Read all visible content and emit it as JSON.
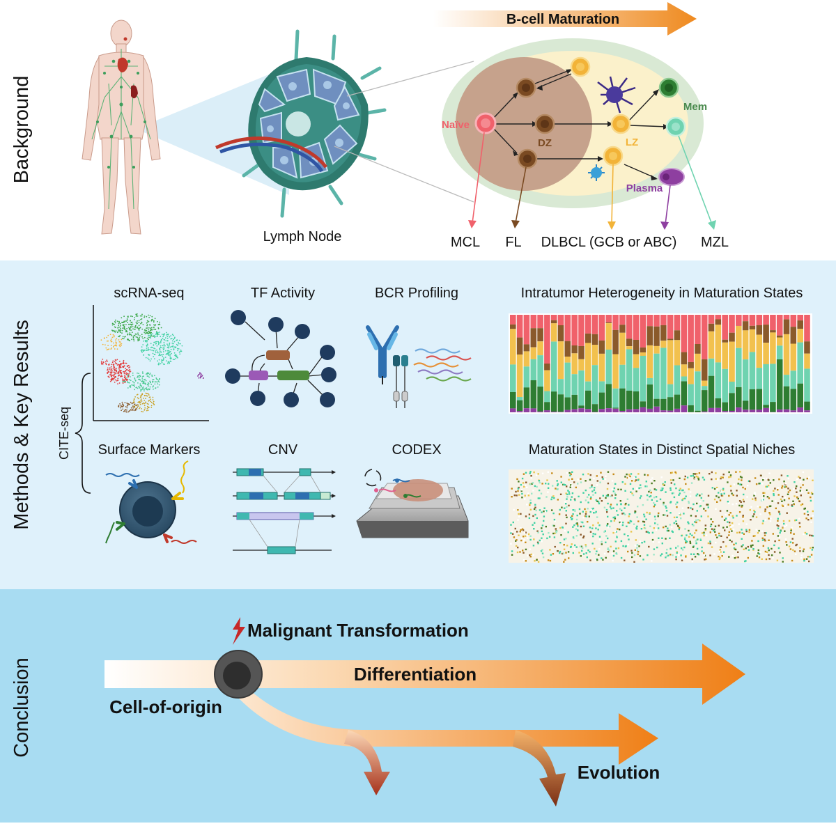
{
  "sections": {
    "background": "Background",
    "methods": "Methods & Key Results",
    "conclusion": "Conclusion"
  },
  "background": {
    "maturation_arrow": "B-cell Maturation",
    "lymph_node": "Lymph Node",
    "cells": {
      "naive": "Naïve",
      "dz": "DZ",
      "lz": "LZ",
      "mem": "Mem",
      "plasma": "Plasma"
    },
    "lymphomas": [
      "MCL",
      "FL",
      "DLBCL (GCB or ABC)",
      "MZL"
    ]
  },
  "methods": {
    "scrna": "scRNA-seq",
    "tf": "TF Activity",
    "bcr": "BCR Profiling",
    "surface": "Surface Markers",
    "cnv": "CNV",
    "codex": "CODEX",
    "cite": "CITE-seq",
    "heterogeneity": "Intratumor Heterogeneity in Maturation States",
    "spatial": "Maturation States in Distinct Spatial Niches"
  },
  "conclusion": {
    "malignant": "Malignant Transformation",
    "differentiation": "Differentiation",
    "cell_of_origin": "Cell-of-origin",
    "evolution": "Evolution"
  },
  "colors": {
    "naive": "#f0616b",
    "dz": "#8a5a2b",
    "lz": "#f2c14e",
    "mem": "#2e7d32",
    "mem_light": "#6fd3b0",
    "plasma": "#8e3fa0",
    "orange": "#ef8a1f",
    "methods_bg": "#dff1fb",
    "conclusion_bg": "#a8dcf2"
  }
}
